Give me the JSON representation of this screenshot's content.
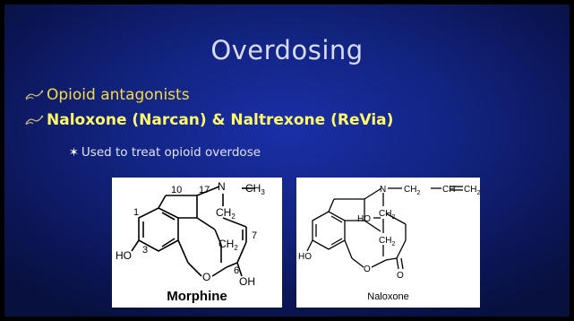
{
  "slide": {
    "title": "Overdosing",
    "bullets": [
      {
        "text": "Opioid antagonists",
        "icon": "pen-nib-bullet-icon"
      },
      {
        "text": "Naloxone (Narcan) & Naltrexone (ReVia)",
        "icon": "pen-nib-bullet-icon"
      }
    ],
    "subbullet": {
      "marker": "✶",
      "text": "Used to treat opioid overdose"
    },
    "colors": {
      "background": "#12237f",
      "title": "#d8dcf2",
      "bullet1": "#f5d94a",
      "bullet2": "#fff96a",
      "subtext": "#e2e5f5"
    }
  },
  "morphine": {
    "caption": "Morphine",
    "atoms": {
      "n": "N",
      "ch3": "CH",
      "ch3_sub": "3",
      "ch2a": "CH",
      "ch2a_sub": "2",
      "ch2b": "CH",
      "ch2b_sub": "2",
      "o": "O",
      "ho": "HO",
      "oh": "OH"
    },
    "locants": {
      "l1": "1",
      "l3": "3",
      "l6": "6",
      "l7": "7",
      "l10": "10",
      "l17": "17"
    }
  },
  "naloxone": {
    "caption": "Naloxone",
    "atoms": {
      "n": "N",
      "chain1": "CH",
      "chain1_sub": "2",
      "chain2": "CH",
      "chain3": "CH",
      "chain3_sub": "2",
      "ho": "HO",
      "ch2a": "CH",
      "ch2a_sub": "2",
      "ch2b": "CH",
      "ch2b_sub": "2",
      "o": "O",
      "ho2": "HO",
      "keto_o": "O"
    }
  }
}
